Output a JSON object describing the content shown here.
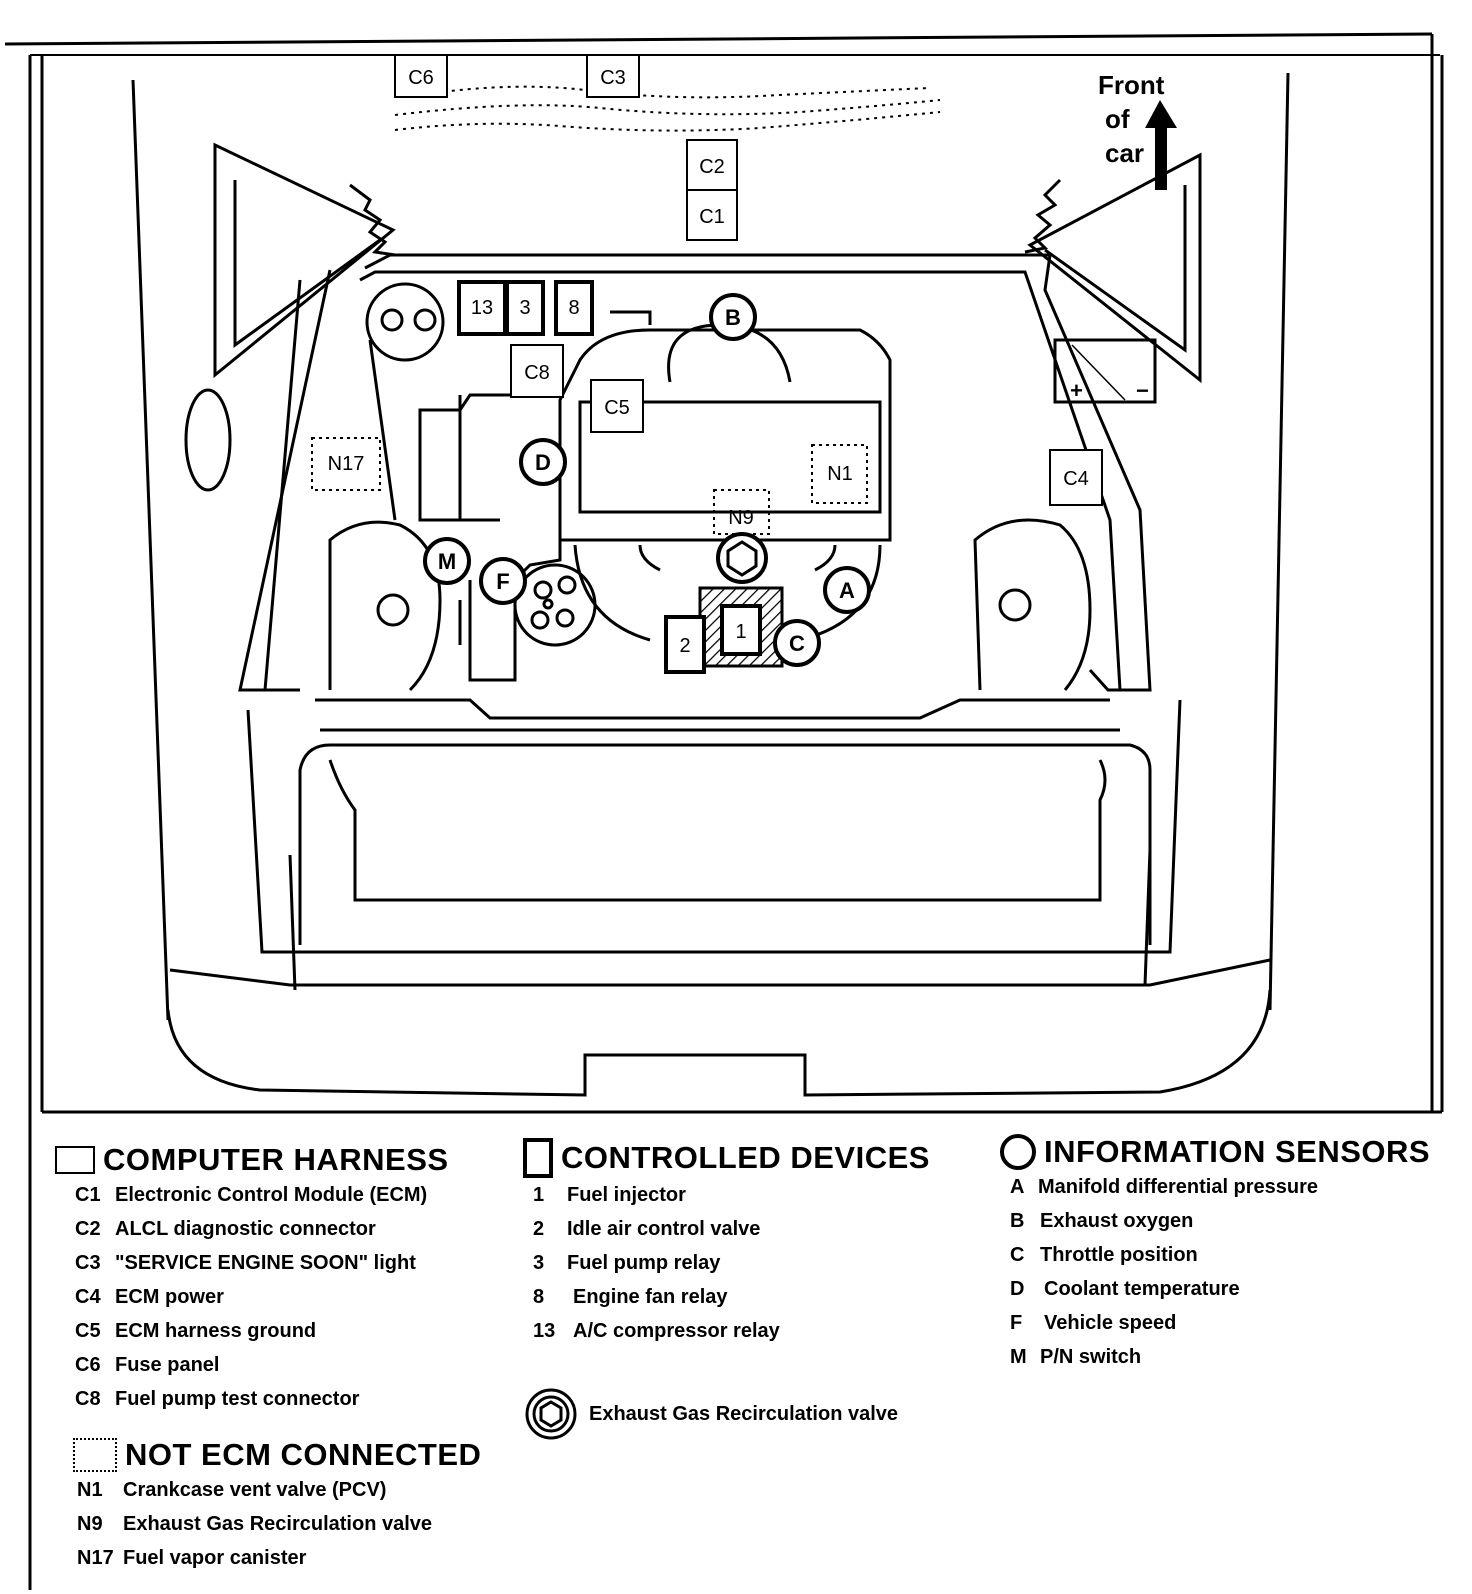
{
  "diagram": {
    "front_label": [
      "Front",
      "of",
      "car"
    ],
    "components": {
      "c6": "C6",
      "c3": "C3",
      "c2": "C2",
      "c1": "C1",
      "c8": "C8",
      "c5": "C5",
      "c4": "C4",
      "r13": "13",
      "r3": "3",
      "r8": "8",
      "d1": "1",
      "d2": "2",
      "n17": "N17",
      "n1": "N1",
      "n9": "N9",
      "sa": "A",
      "sb": "B",
      "sc": "C",
      "sd": "D",
      "sf": "F",
      "sm": "M"
    },
    "battery": {
      "plus": "+",
      "minus": "−"
    }
  },
  "legend": {
    "computer_harness": {
      "heading": "COMPUTER HARNESS",
      "items": [
        {
          "code": "C1",
          "label": "Electronic Control Module (ECM)"
        },
        {
          "code": "C2",
          "label": "ALCL diagnostic connector"
        },
        {
          "code": "C3",
          "label": "\"SERVICE ENGINE SOON\" light"
        },
        {
          "code": "C4",
          "label": "ECM power"
        },
        {
          "code": "C5",
          "label": "ECM harness ground"
        },
        {
          "code": "C6",
          "label": "Fuse panel"
        },
        {
          "code": "C8",
          "label": "Fuel pump test connector"
        }
      ]
    },
    "not_ecm": {
      "heading": "NOT ECM CONNECTED",
      "items": [
        {
          "code": "N1",
          "label": "Crankcase vent valve (PCV)"
        },
        {
          "code": "N9",
          "label": "Exhaust Gas Recirculation valve"
        },
        {
          "code": "N17",
          "label": "Fuel vapor canister"
        }
      ]
    },
    "controlled_devices": {
      "heading": "CONTROLLED DEVICES",
      "items": [
        {
          "code": "1",
          "label": "Fuel injector"
        },
        {
          "code": "2",
          "label": "Idle air control valve"
        },
        {
          "code": "3",
          "label": "Fuel pump relay"
        },
        {
          "code": "8",
          "label": "Engine fan relay"
        },
        {
          "code": "13",
          "label": "A/C compressor relay"
        }
      ],
      "egr_label": "Exhaust Gas Recirculation valve"
    },
    "information_sensors": {
      "heading": "INFORMATION SENSORS",
      "items": [
        {
          "code": "A",
          "label": "Manifold differential pressure"
        },
        {
          "code": "B",
          "label": "Exhaust oxygen"
        },
        {
          "code": "C",
          "label": "Throttle position"
        },
        {
          "code": "D",
          "label": "Coolant temperature"
        },
        {
          "code": "F",
          "label": "Vehicle speed"
        },
        {
          "code": "M",
          "label": "P/N switch"
        }
      ]
    }
  }
}
